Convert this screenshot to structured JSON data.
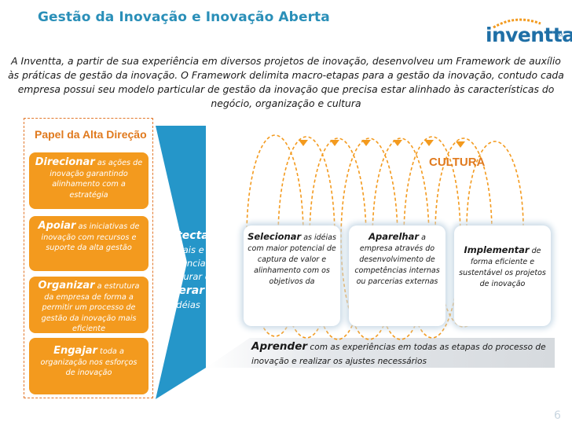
{
  "header": {
    "title": "Gestão da Inovação e Inovação Aberta",
    "logo_text": "inventta",
    "logo_tm": "TM"
  },
  "intro": "A Inventta, a partir de sua experiência em diversos projetos de inovação, desenvolveu um Framework de auxílio às práticas de gestão da inovação. O Framework delimita macro-etapas para a gestão da inovação, contudo cada empresa possui  seu modelo particular de gestão da inovação que precisa estar alinhado às características do negócio, organização e cultura",
  "leadership": {
    "title": "Papel da Alta Direção",
    "items": [
      {
        "key": "Direcionar",
        "text": " as ações de inovação garantindo alinhamento com a estratégia"
      },
      {
        "key": "Apoiar",
        "text": " as iniciativas de inovação com recursos e suporte da alta gestão"
      },
      {
        "key": "Organizar",
        "text": " a estrutura da empresa de forma a permitir um processo de gestão da inovação mais eficiente"
      },
      {
        "key": "Engajar",
        "text": " toda a organização nos esforços de inovação"
      }
    ]
  },
  "detect": {
    "key": "Detectar",
    "line1": "sinais e tendências,",
    "line2": "capturar e",
    "key2": "Gerar",
    "line3": "idéias"
  },
  "culture_label": "CULTURA",
  "stages": [
    {
      "key": "Selecionar",
      "text": " as idéias com maior potencial de captura de valor e alinhamento com os objetivos da"
    },
    {
      "key": "Aparelhar",
      "text": " a empresa através do desenvolvimento de competências internas ou parcerias externas"
    },
    {
      "key": "Implementar",
      "text": " de forma eficiente e sustentável os projetos de inovação"
    }
  ],
  "learn": {
    "key": "Aprender",
    "text": " com as experiências em todas as etapas do processo de inovação e realizar os ajustes necessários"
  },
  "page_number": "6",
  "colors": {
    "title": "#2a8fb8",
    "orange": "#f39a1e",
    "arrow_blue": "#2596c9",
    "logo_blue": "#1f6fa6"
  }
}
